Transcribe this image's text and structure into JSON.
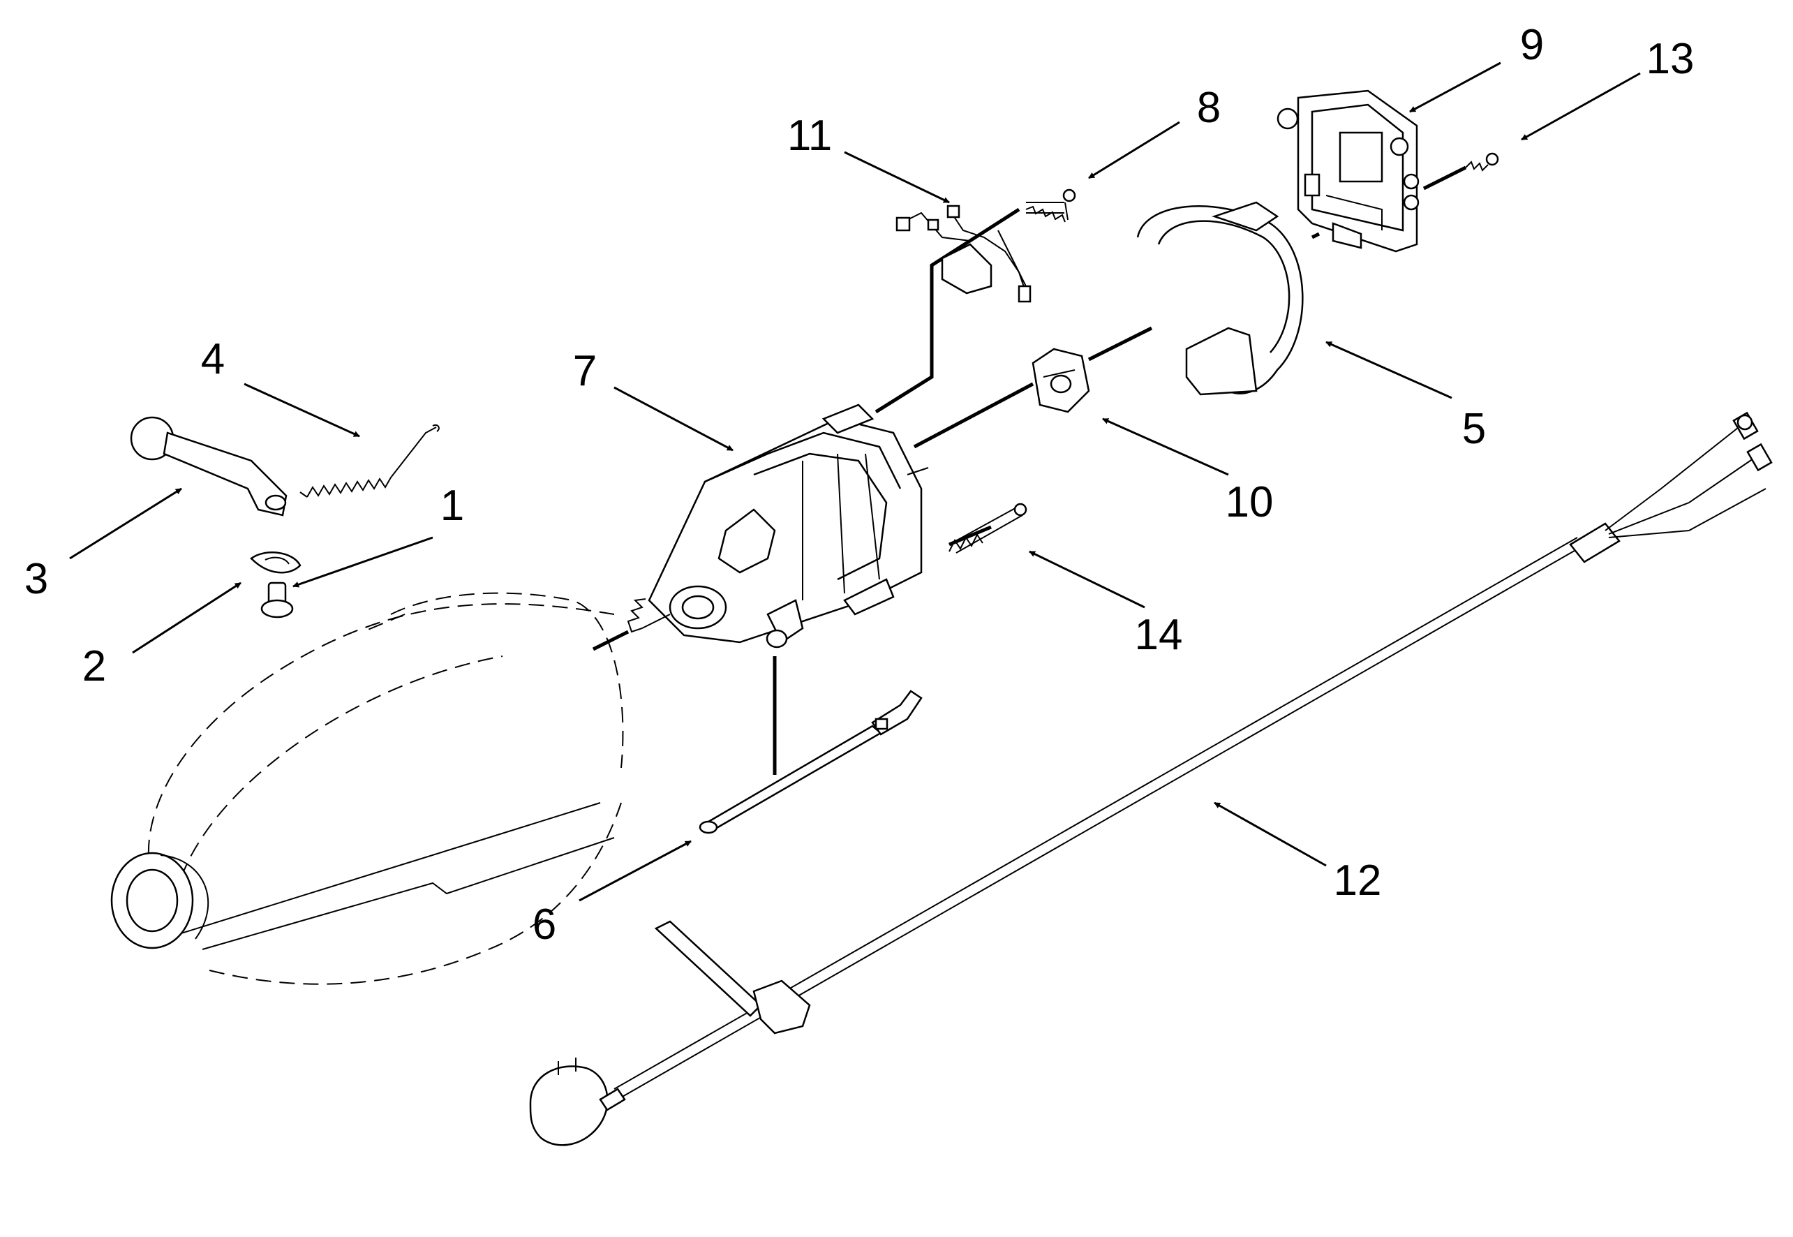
{
  "callouts": [
    {
      "num": "1"
    },
    {
      "num": "2"
    },
    {
      "num": "3"
    },
    {
      "num": "4"
    },
    {
      "num": "5"
    },
    {
      "num": "6"
    },
    {
      "num": "7"
    },
    {
      "num": "8"
    },
    {
      "num": "9"
    },
    {
      "num": "10"
    },
    {
      "num": "11"
    },
    {
      "num": "12"
    },
    {
      "num": "13"
    },
    {
      "num": "14"
    }
  ]
}
